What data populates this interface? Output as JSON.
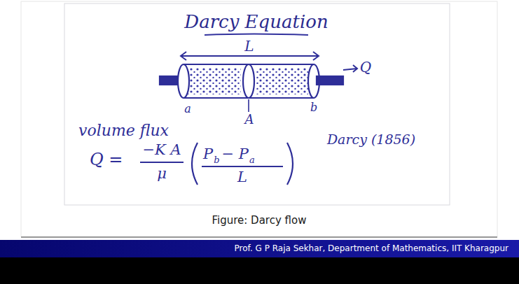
{
  "diagram": {
    "title": "Darcy Equation",
    "caption": "Figure: Darcy flow",
    "labels": [
      "L",
      "Q",
      "a",
      "A",
      "b",
      "volume flux",
      "Darcy (1856)",
      "Q =",
      "−K A",
      "μ",
      "P",
      "b",
      "− P",
      "a",
      "L",
      "Prof. G P Raja Sekhar, Department of Mathematics, IIT Kharagpur"
    ]
  }
}
